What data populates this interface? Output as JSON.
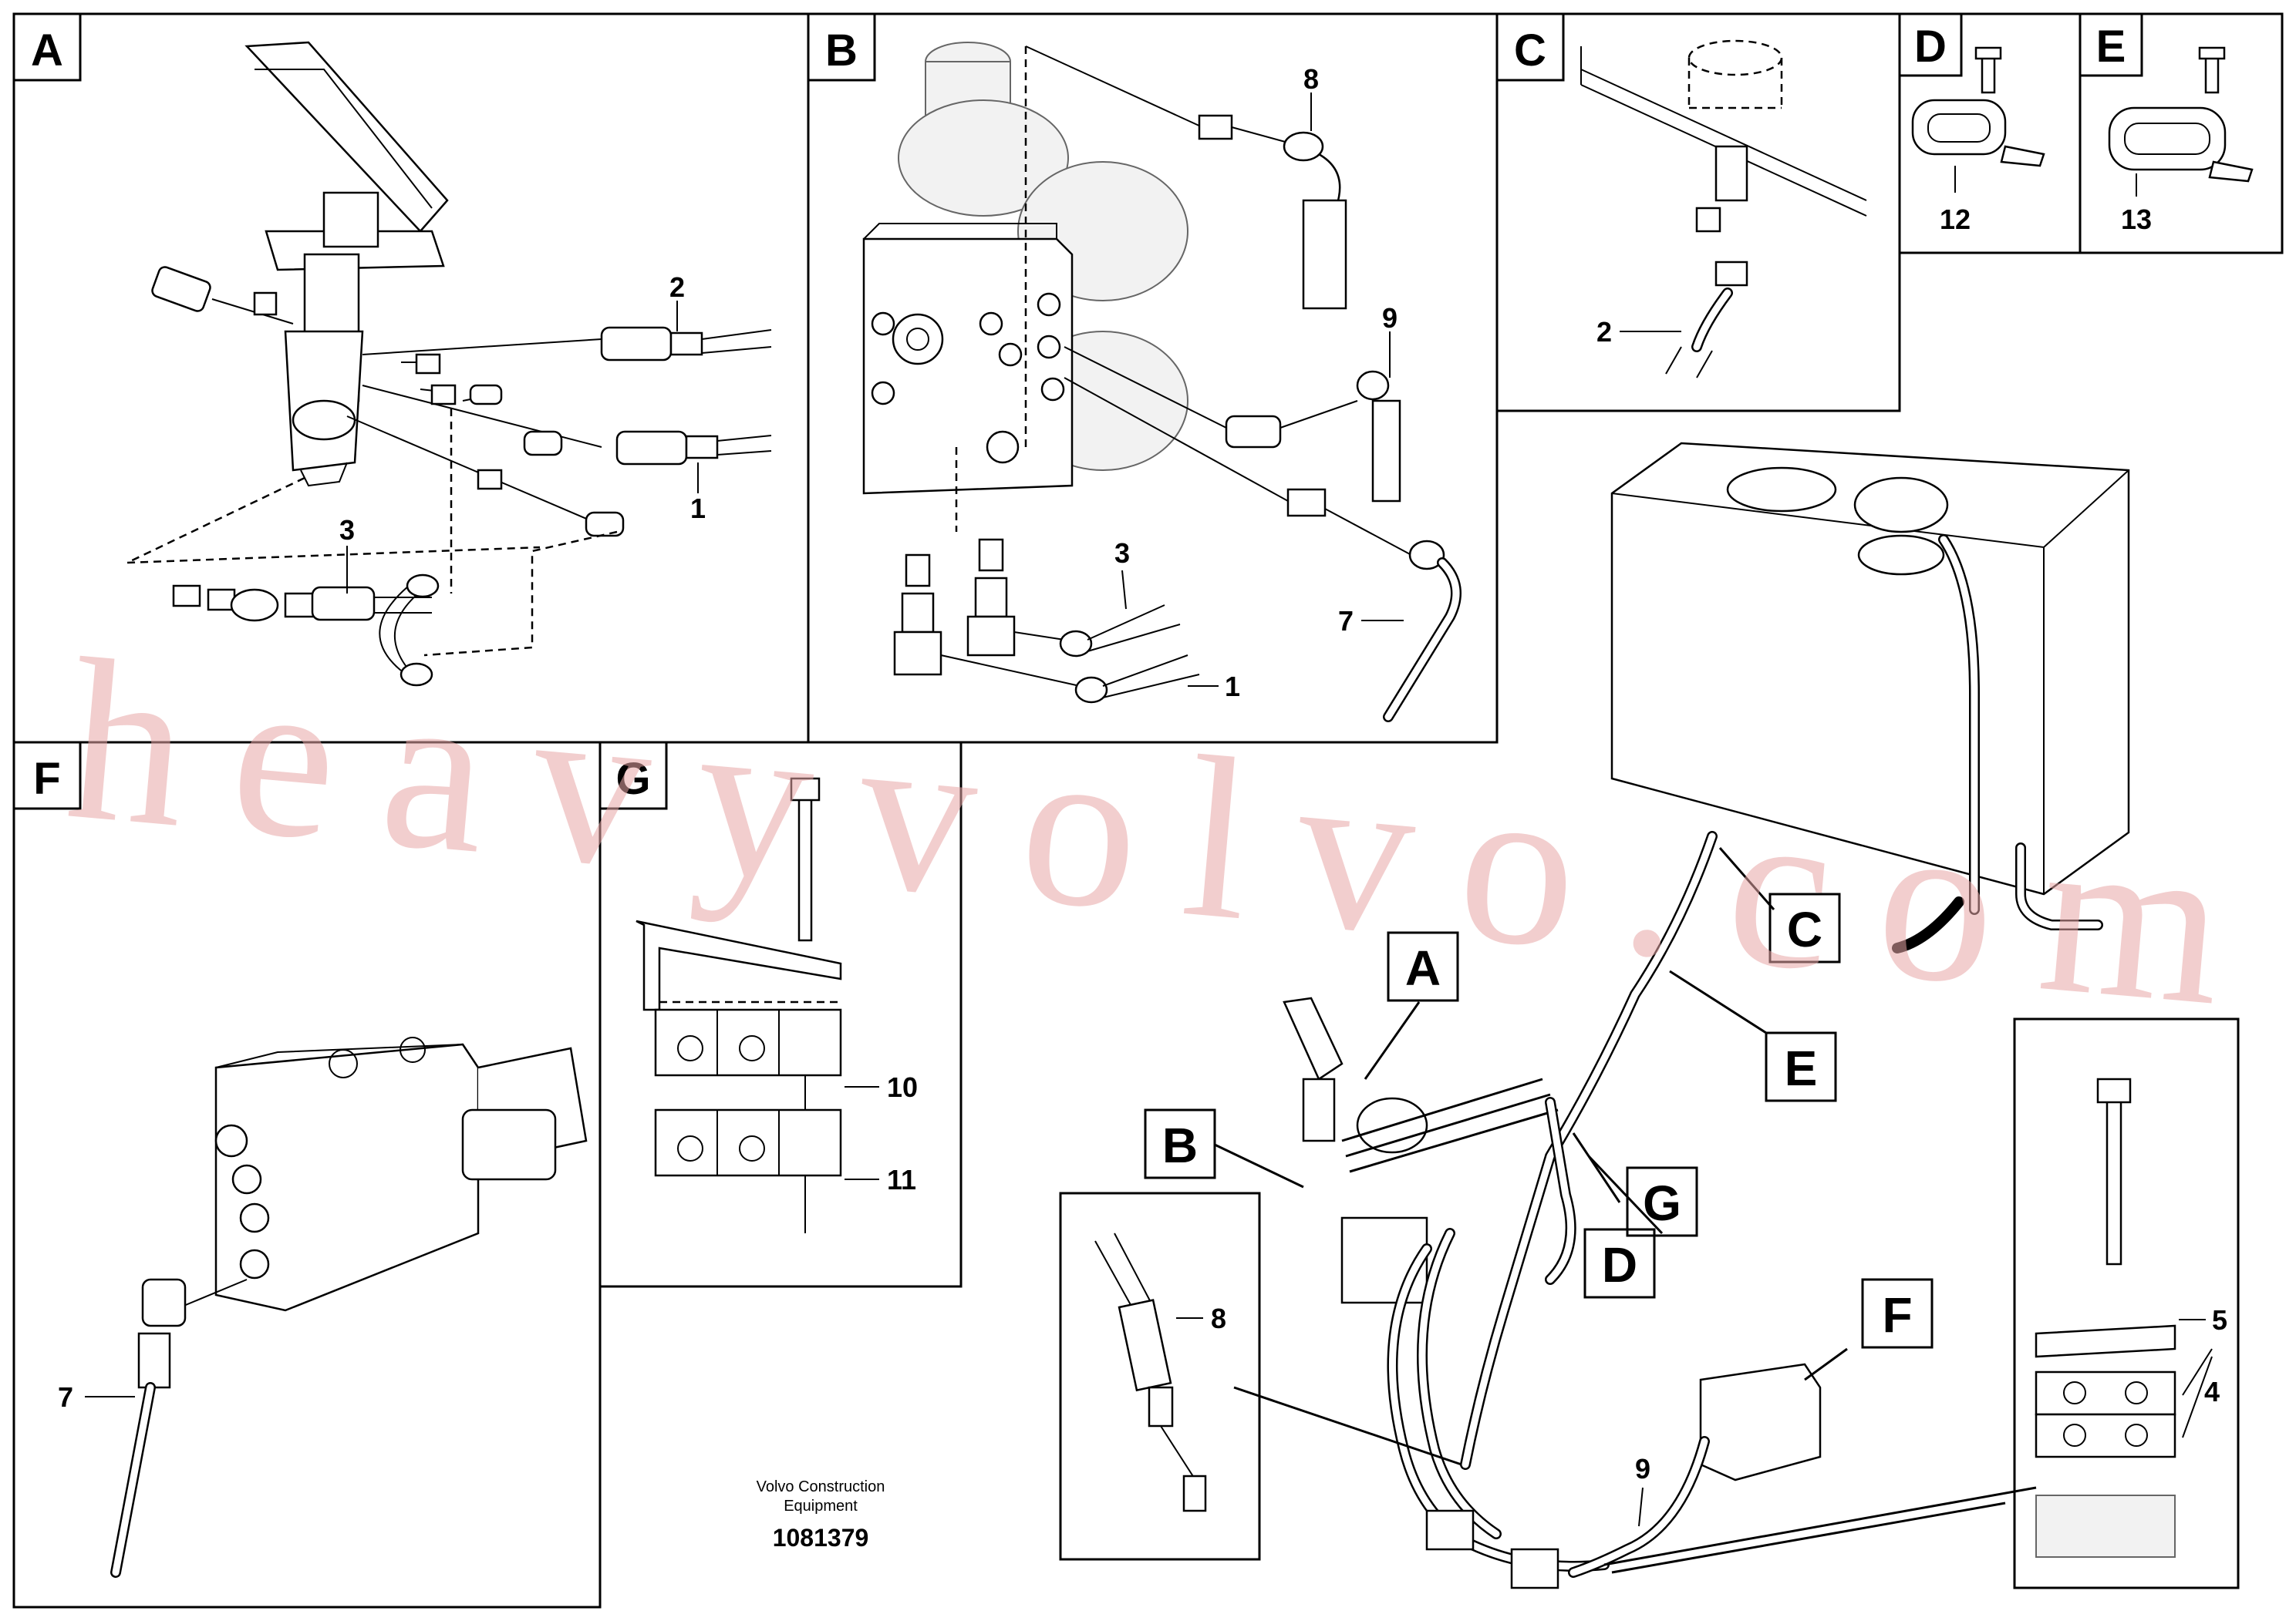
{
  "panels": {
    "A": {
      "letter": "A",
      "callouts": [
        "2",
        "1",
        "3"
      ]
    },
    "B": {
      "letter": "B",
      "callouts": [
        "8",
        "9",
        "7",
        "3",
        "1"
      ]
    },
    "C": {
      "letter": "C",
      "callouts": [
        "2"
      ]
    },
    "D": {
      "letter": "D",
      "callouts": [
        "12"
      ]
    },
    "E": {
      "letter": "E",
      "callouts": [
        "13"
      ]
    },
    "F": {
      "letter": "F",
      "callouts": [
        "7"
      ]
    },
    "G": {
      "letter": "G",
      "callouts": [
        "10",
        "11"
      ]
    }
  },
  "main_view": {
    "section_labels": [
      "A",
      "B",
      "C",
      "D",
      "E",
      "F",
      "G"
    ],
    "callouts": [
      "8",
      "9",
      "5",
      "4"
    ]
  },
  "credit": {
    "line1": "Volvo Construction",
    "line2": "Equipment",
    "doc_number": "1081379"
  },
  "watermark": "heavyvolvo.com"
}
